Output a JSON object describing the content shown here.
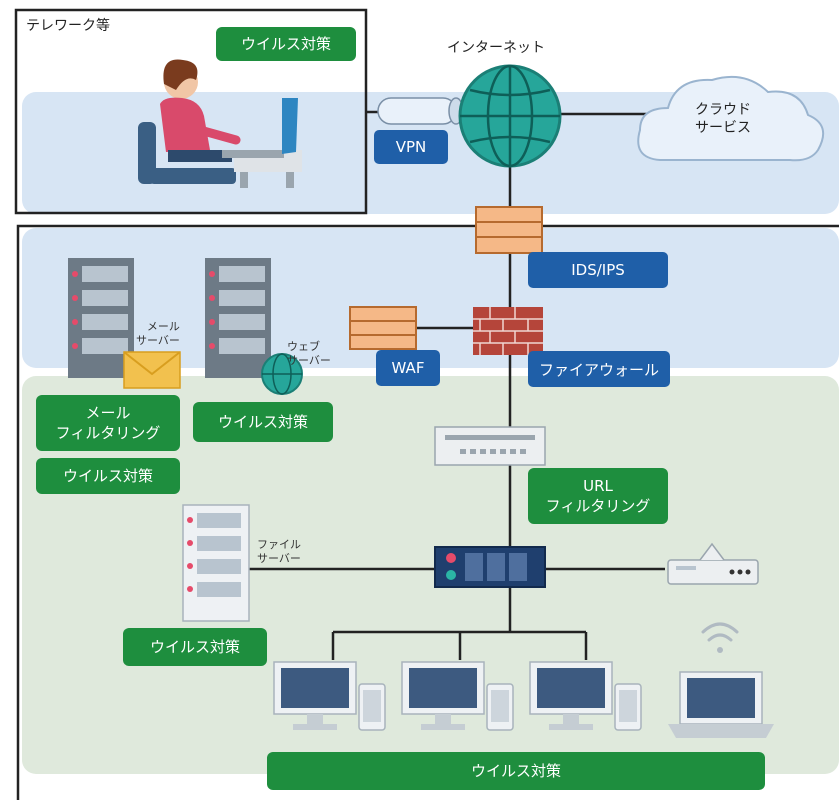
{
  "labels": {
    "telework": "テレワーク等",
    "internet": "インターネット",
    "cloud": "クラウド\nサービス",
    "vpn": "VPN",
    "ids_ips": "IDS/IPS",
    "mail_server": "メール\nサーバー",
    "web_server": "ウェブ\nサーバー",
    "waf": "WAF",
    "firewall": "ファイアウォール",
    "mail_filtering": "メール\nフィルタリング",
    "url_filtering": "URL\nフィルタリング",
    "file_server": "ファイル\nサーバー",
    "antivirus": "ウイルス対策"
  },
  "colors": {
    "green": "#1e8e3e",
    "blue": "#1f5fa8",
    "dmz_band": "#d7e5f4",
    "lan_area": "#dfe9dc",
    "globe": "#26a69a",
    "firewall_brick": "#b5453a"
  }
}
